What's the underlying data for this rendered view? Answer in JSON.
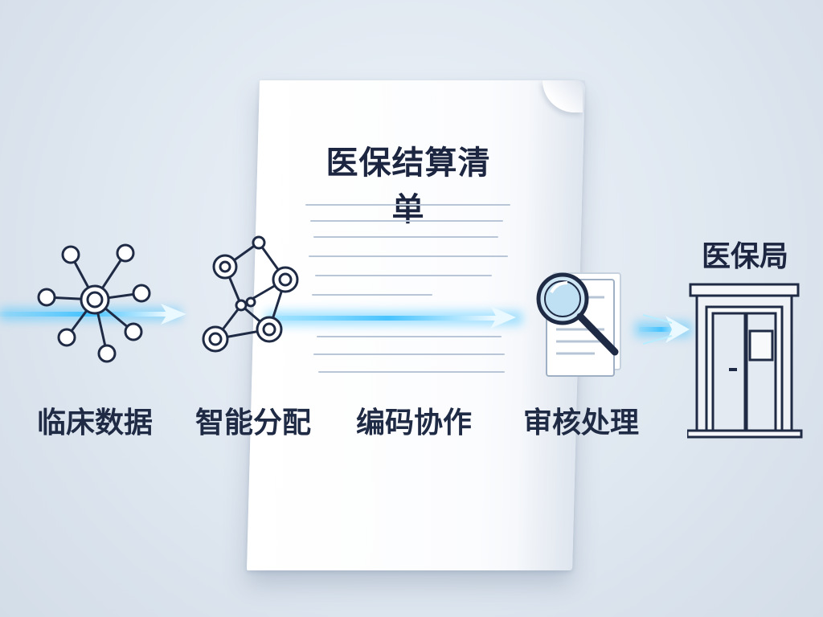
{
  "document": {
    "title": "医保结算清单"
  },
  "steps": [
    {
      "id": "clinical",
      "label": "临床数据",
      "icon": "network-hub-icon"
    },
    {
      "id": "assign",
      "label": "智能分配",
      "icon": "node-graph-icon"
    },
    {
      "id": "coding",
      "label": "编码协作",
      "icon": ""
    },
    {
      "id": "review",
      "label": "审核处理",
      "icon": "magnifier-document-icon"
    }
  ],
  "destination": {
    "title": "医保局",
    "icon": "building-door-icon"
  },
  "colors": {
    "accent": "#34b7f5",
    "ink": "#1f2a44"
  }
}
